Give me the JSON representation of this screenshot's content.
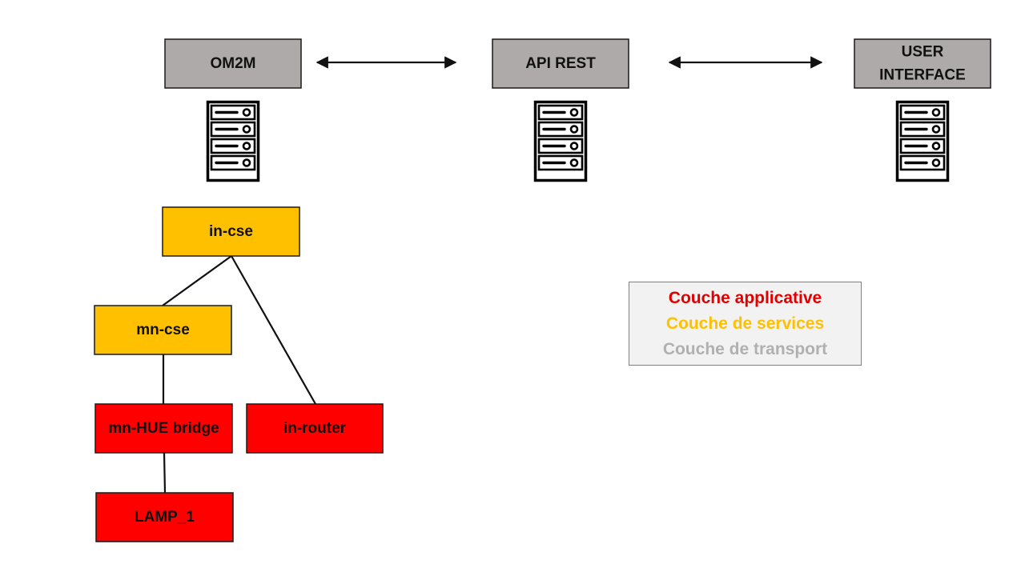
{
  "diagram": {
    "nodes": [
      {
        "id": "om2m",
        "lines": [
          "OM2M"
        ],
        "role": "top"
      },
      {
        "id": "api-rest",
        "lines": [
          "API REST"
        ],
        "role": "top"
      },
      {
        "id": "user-interface",
        "lines": [
          "USER",
          "INTERFACE"
        ],
        "role": "top"
      },
      {
        "id": "in-cse",
        "lines": [
          "in-cse"
        ],
        "role": "services"
      },
      {
        "id": "mn-cse",
        "lines": [
          "mn-cse"
        ],
        "role": "services"
      },
      {
        "id": "mn-hue-bridge",
        "lines": [
          "mn-HUE bridge"
        ],
        "role": "applicative"
      },
      {
        "id": "in-router",
        "lines": [
          "in-router"
        ],
        "role": "applicative"
      },
      {
        "id": "lamp-1",
        "lines": [
          "LAMP_1"
        ],
        "role": "applicative"
      }
    ],
    "edges": [
      {
        "from": "om2m",
        "to": "api-rest",
        "arrows": "both"
      },
      {
        "from": "api-rest",
        "to": "user-interface",
        "arrows": "both"
      },
      {
        "from": "in-cse",
        "to": "mn-cse",
        "arrows": "none"
      },
      {
        "from": "in-cse",
        "to": "in-router",
        "arrows": "none"
      },
      {
        "from": "mn-cse",
        "to": "mn-hue-bridge",
        "arrows": "none"
      },
      {
        "from": "mn-hue-bridge",
        "to": "lamp-1",
        "arrows": "none"
      }
    ],
    "server_icons": [
      {
        "under": "om2m",
        "icon": "server-icon"
      },
      {
        "under": "api-rest",
        "icon": "server-icon"
      },
      {
        "under": "user-interface",
        "icon": "server-icon"
      }
    ]
  },
  "legend": {
    "items": [
      {
        "label": "Couche applicative",
        "color": "#e00000"
      },
      {
        "label": "Couche de services",
        "color": "#ffc000"
      },
      {
        "label": "Couche de transport",
        "color": "#b0b0b0"
      }
    ]
  },
  "colors": {
    "top": "#aeaaaa",
    "services": "#ffc000",
    "applicative": "#ff0000",
    "border": "#1a1a1a"
  }
}
